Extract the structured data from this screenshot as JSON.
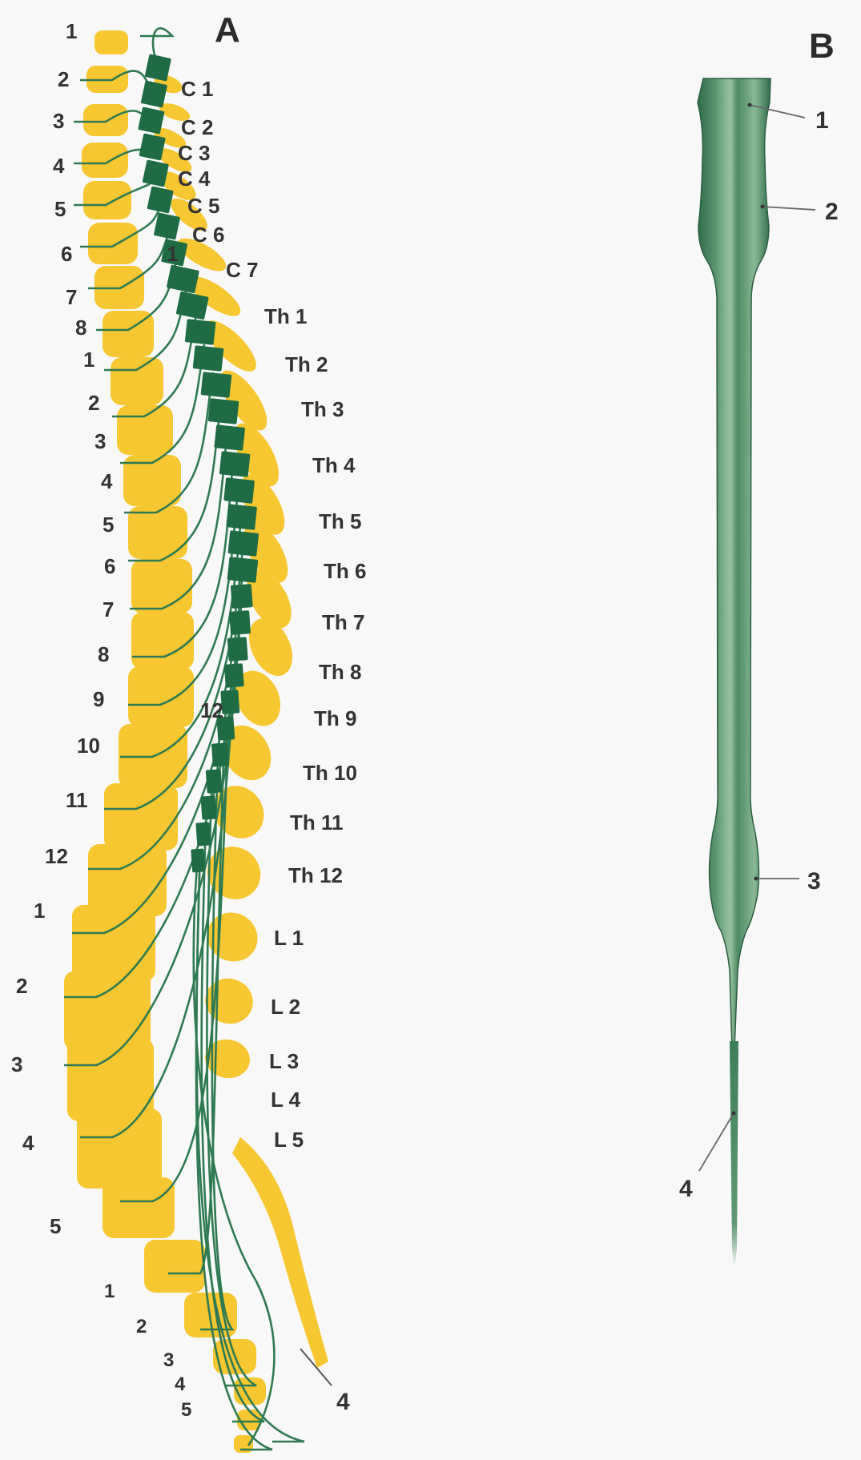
{
  "panels": {
    "a": "A",
    "b": "B"
  },
  "colors": {
    "bone": "#F6C730",
    "cord": "#1E6B44",
    "cord_light": "#6FA27F",
    "nerve": "#2F7A52",
    "text": "#333333",
    "background": "#F8F8F8"
  },
  "vertebra_labels": {
    "cervical": [
      "C 1",
      "C 2",
      "C 3",
      "C 4",
      "C 5",
      "C 6",
      "C 7"
    ],
    "thoracic": [
      "Th 1",
      "Th 2",
      "Th 3",
      "Th 4",
      "Th 5",
      "Th 6",
      "Th 7",
      "Th 8",
      "Th 9",
      "Th 10",
      "Th 11",
      "Th 12"
    ],
    "lumbar": [
      "L 1",
      "L 2",
      "L 3",
      "L 4",
      "L 5"
    ]
  },
  "nerve_labels": {
    "cervical": [
      "1",
      "2",
      "3",
      "4",
      "5",
      "6",
      "7",
      "8"
    ],
    "thoracic": [
      "1",
      "2",
      "3",
      "4",
      "5",
      "6",
      "7",
      "8",
      "9",
      "10",
      "11",
      "12"
    ],
    "lumbar": [
      "1",
      "2",
      "3",
      "4",
      "5"
    ],
    "sacral": [
      "1",
      "2",
      "3",
      "4",
      "5"
    ],
    "coccygeal": "4"
  },
  "segment_markers": {
    "top": "1",
    "thoracic_end": "12"
  },
  "panel_b_labels": [
    "1",
    "2",
    "3",
    "4"
  ]
}
